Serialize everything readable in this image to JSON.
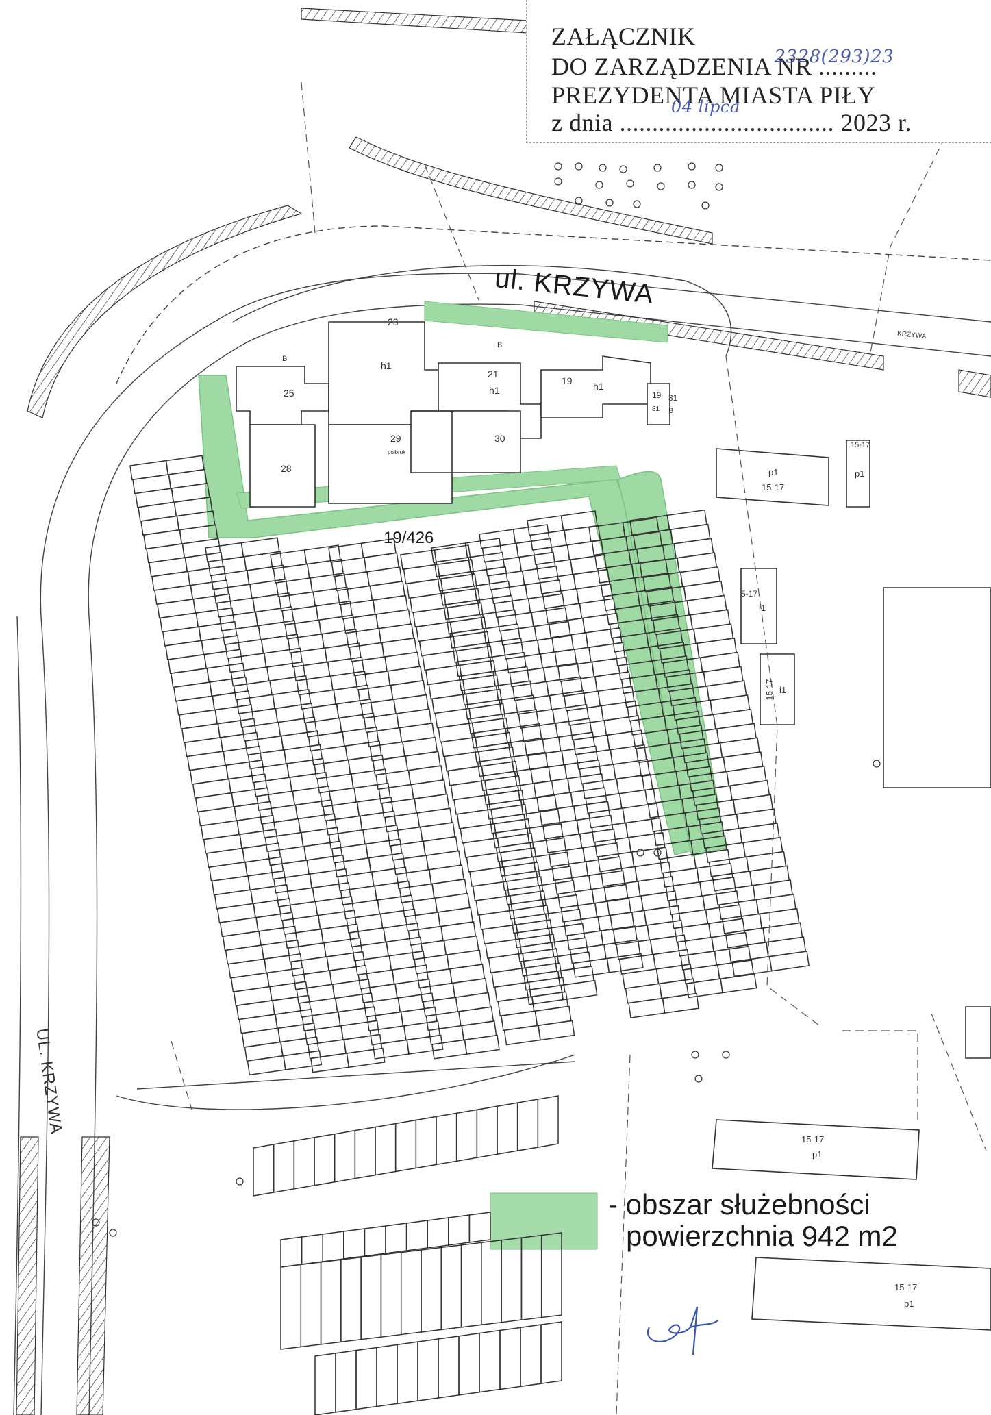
{
  "stamp": {
    "line1": "ZAŁĄCZNIK",
    "line2_prefix": "DO ZARZĄDZENIA NR ",
    "line2_hand": "2328(293)23",
    "line3": "PREZYDENTA MIASTA PIŁY",
    "line4_prefix": "z dnia ",
    "line4_hand": "04 lipca",
    "line4_suffix": " 2023 r."
  },
  "streets": {
    "top": "ul. KRZYWA",
    "top_small": "KRZYWA",
    "left": "UL. KRZYWA"
  },
  "parcels": {
    "main": "19/426",
    "buildings": [
      "23",
      "25",
      "21",
      "19",
      "28",
      "29",
      "30",
      "31",
      "19"
    ],
    "building_codes": [
      "h1",
      "h1",
      "h1",
      "B",
      "B",
      "B",
      "81",
      "połbruk"
    ]
  },
  "side_blocks": [
    {
      "code": "p1",
      "range": "15-17"
    },
    {
      "code": "p1",
      "range": "15-17"
    },
    {
      "code": "i1",
      "range": "5-17"
    },
    {
      "code": "i1",
      "range": "15-17"
    },
    {
      "code": "p1",
      "range": "15-17"
    },
    {
      "code": "p1",
      "range": "15-17"
    }
  ],
  "legend": {
    "line1": "- obszar służebności",
    "line2": "powierzchnia 942 m2"
  },
  "colors": {
    "easement": "#9fd9a4",
    "easement_stroke": "#7cc283",
    "label_green": "#3f8f3a",
    "ink": "#222222"
  }
}
